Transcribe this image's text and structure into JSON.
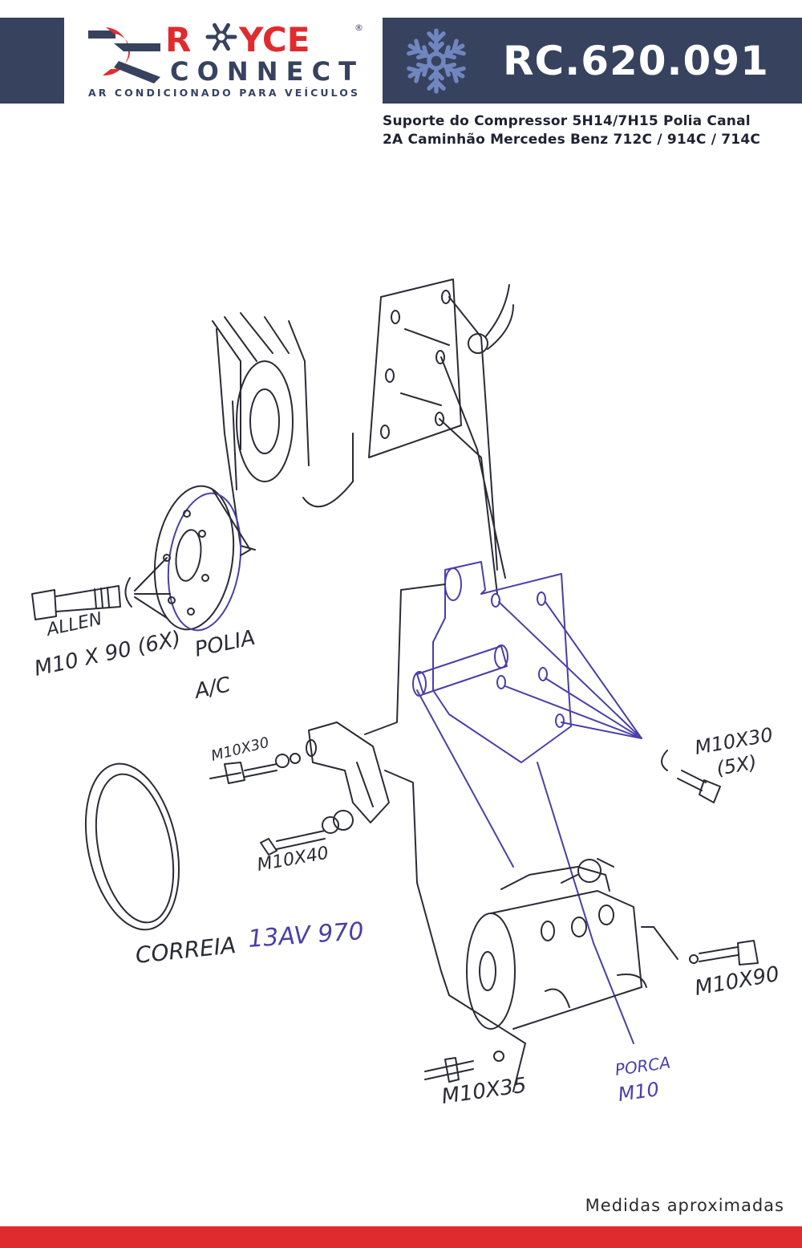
{
  "brand": {
    "name_part1": "R",
    "name_part2": "YCE",
    "name_line2": "CONNECT",
    "registered": "®",
    "tagline": "AR CONDICIONADO PARA VEÍCULOS",
    "colors": {
      "red": "#e02b2e",
      "navy": "#37425f"
    }
  },
  "product": {
    "code": "RC.620.091",
    "description_line1": "Suporte do Compressor 5H14/7H15 Polia Canal",
    "description_line2": "2A Caminhão Mercedes Benz 712C / 914C / 714C"
  },
  "icons": {
    "header": "snowflake-icon"
  },
  "diagram": {
    "labels": {
      "allen": "ALLEN",
      "bolt_pulley": "M10 X 90 (6X)",
      "polia": "POLIA",
      "ac": "A/C",
      "bolt_m10x30": "M10X30",
      "bolt_m10x40": "M10X40",
      "bolt_m10x30_5x_a": "M10X30",
      "bolt_m10x30_5x_b": "(5X)",
      "correia": "CORREIA",
      "belt_code": "13AV 970",
      "bolt_m10x90": "M10X90",
      "bolt_m10x35": "M10X35",
      "porca": "PORCA",
      "porca_size": "M10"
    },
    "ink_colors": {
      "pencil": "#2b2b36",
      "blue": "#4a3fa8"
    }
  },
  "footer": {
    "note": "Medidas aproximadas",
    "bar_color": "#e02b2e"
  }
}
